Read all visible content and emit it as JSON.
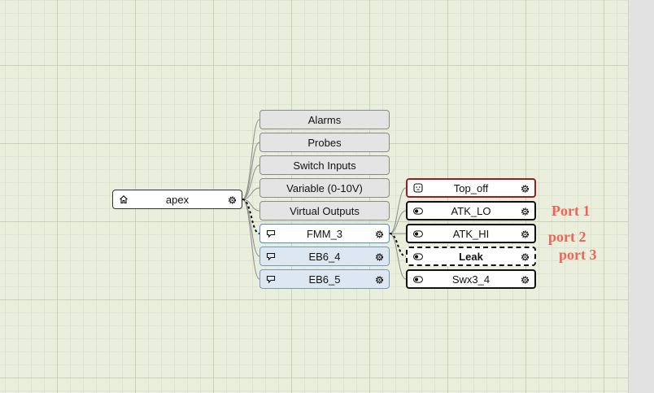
{
  "root": {
    "label": "apex",
    "icon": "home-icon"
  },
  "menu_items": [
    {
      "label": "Alarms"
    },
    {
      "label": "Probes"
    },
    {
      "label": "Switch Inputs"
    },
    {
      "label": "Variable (0-10V)"
    },
    {
      "label": "Virtual Outputs"
    }
  ],
  "modules": [
    {
      "label": "FMM_3",
      "selected": true,
      "icon": "module-icon"
    },
    {
      "label": "EB6_4",
      "selected": false,
      "icon": "module-icon"
    },
    {
      "label": "EB6_5",
      "selected": false,
      "icon": "module-icon"
    }
  ],
  "outputs": [
    {
      "label": "Top_off",
      "icon": "outlet-icon",
      "style": "alarm"
    },
    {
      "label": "ATK_LO",
      "icon": "toggle-icon",
      "style": "normal"
    },
    {
      "label": "ATK_HI",
      "icon": "toggle-icon",
      "style": "normal"
    },
    {
      "label": "Leak",
      "icon": "toggle-icon",
      "style": "dashed"
    },
    {
      "label": "Swx3_4",
      "icon": "toggle-icon",
      "style": "normal"
    }
  ],
  "annotations": [
    {
      "text": "Port 1"
    },
    {
      "text": "port 2"
    },
    {
      "text": "port 3"
    }
  ],
  "colors": {
    "annotation": "#ee6457",
    "alarm_border": "#9b1c1c",
    "module_fill": "#dde7f1",
    "module_border": "#6f9bc2",
    "background": "#eaeedd"
  }
}
